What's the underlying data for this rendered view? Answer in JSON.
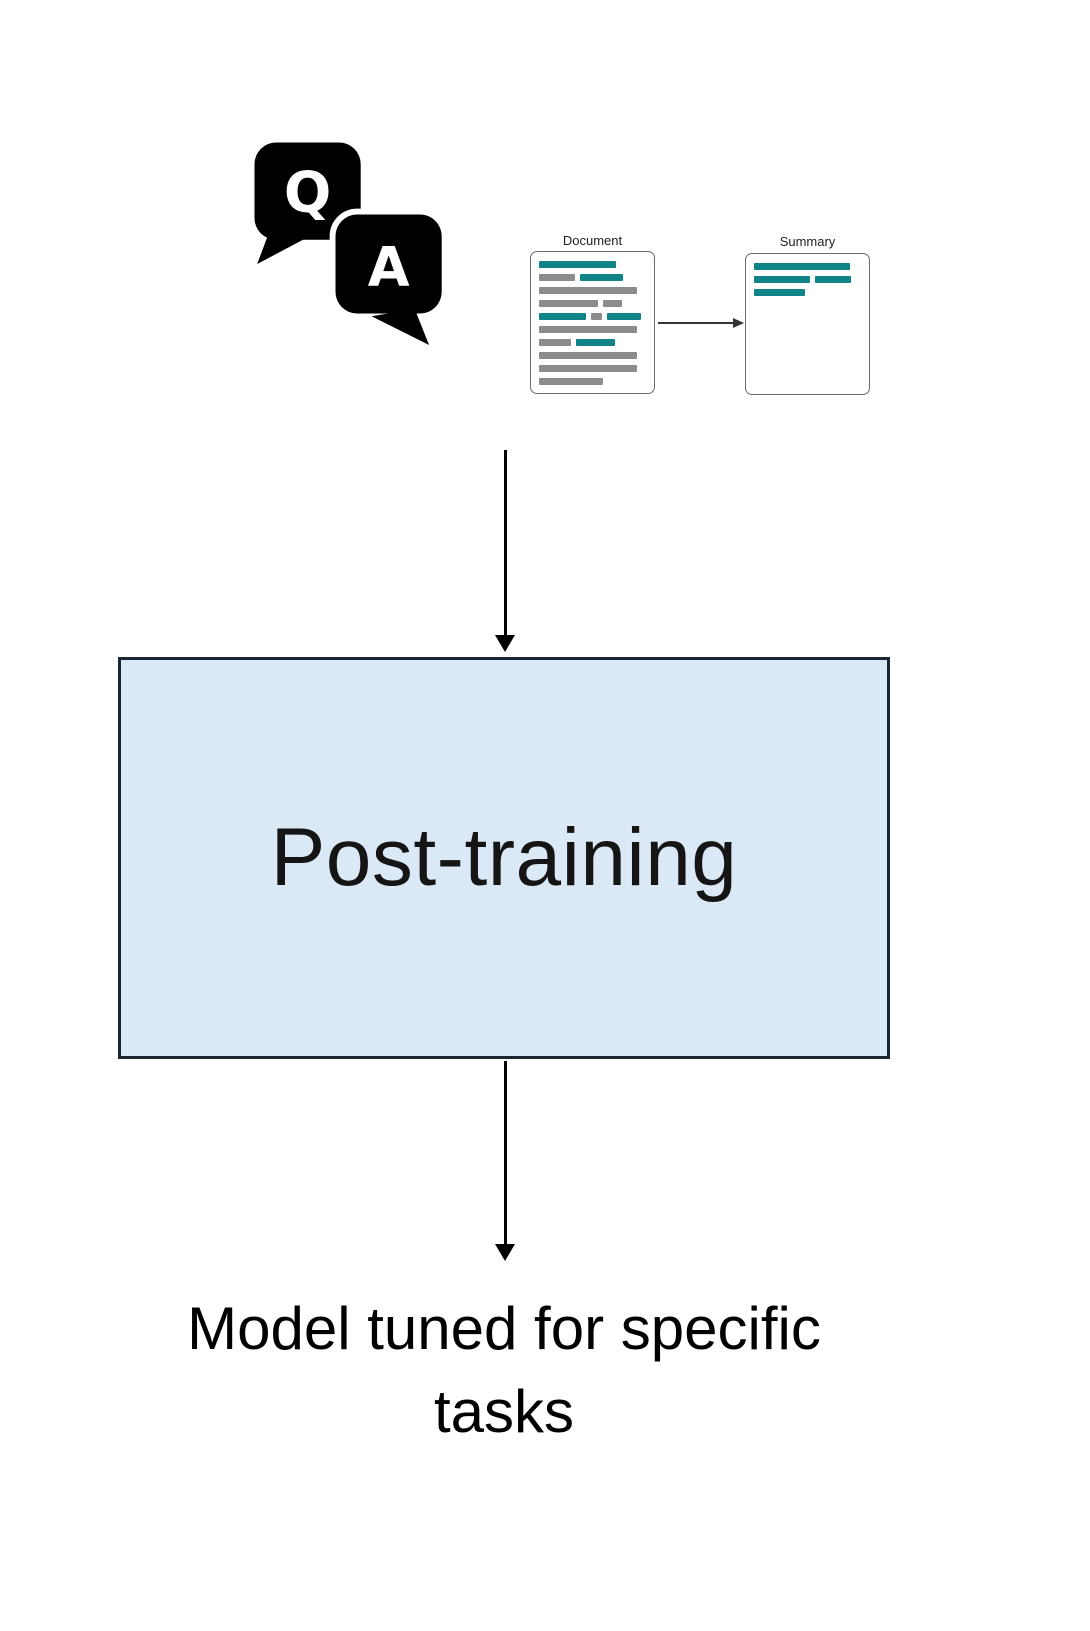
{
  "qa_icon": {
    "q_label": "Q",
    "a_label": "A"
  },
  "document_card": {
    "label": "Document",
    "lines": [
      [
        {
          "w": 72,
          "c": "teal"
        }
      ],
      [
        {
          "w": 34,
          "c": "gray"
        },
        {
          "w": 40,
          "c": "teal"
        }
      ],
      [
        {
          "w": 92,
          "c": "gray"
        }
      ],
      [
        {
          "w": 55,
          "c": "gray"
        },
        {
          "w": 18,
          "c": "gray"
        }
      ],
      [
        {
          "w": 44,
          "c": "teal"
        },
        {
          "w": 10,
          "c": "gray"
        },
        {
          "w": 32,
          "c": "teal"
        }
      ],
      [
        {
          "w": 92,
          "c": "gray"
        }
      ],
      [
        {
          "w": 30,
          "c": "gray"
        },
        {
          "w": 36,
          "c": "teal"
        }
      ],
      [
        {
          "w": 92,
          "c": "gray"
        }
      ],
      [
        {
          "w": 92,
          "c": "gray"
        }
      ],
      [
        {
          "w": 60,
          "c": "gray"
        }
      ]
    ]
  },
  "summary_card": {
    "label": "Summary",
    "lines": [
      [
        {
          "w": 90,
          "c": "teal"
        }
      ],
      [
        {
          "w": 52,
          "c": "teal"
        },
        {
          "w": 34,
          "c": "teal"
        }
      ],
      [
        {
          "w": 48,
          "c": "teal"
        }
      ]
    ]
  },
  "process_box": {
    "label": "Post-training"
  },
  "output_text": {
    "label": "Model tuned for specific tasks"
  },
  "colors": {
    "teal": "#108389",
    "gray": "#8c8c8c",
    "box_fill": "#dbe9f6",
    "box_border": "#1a2733",
    "icon_black": "#000000"
  }
}
